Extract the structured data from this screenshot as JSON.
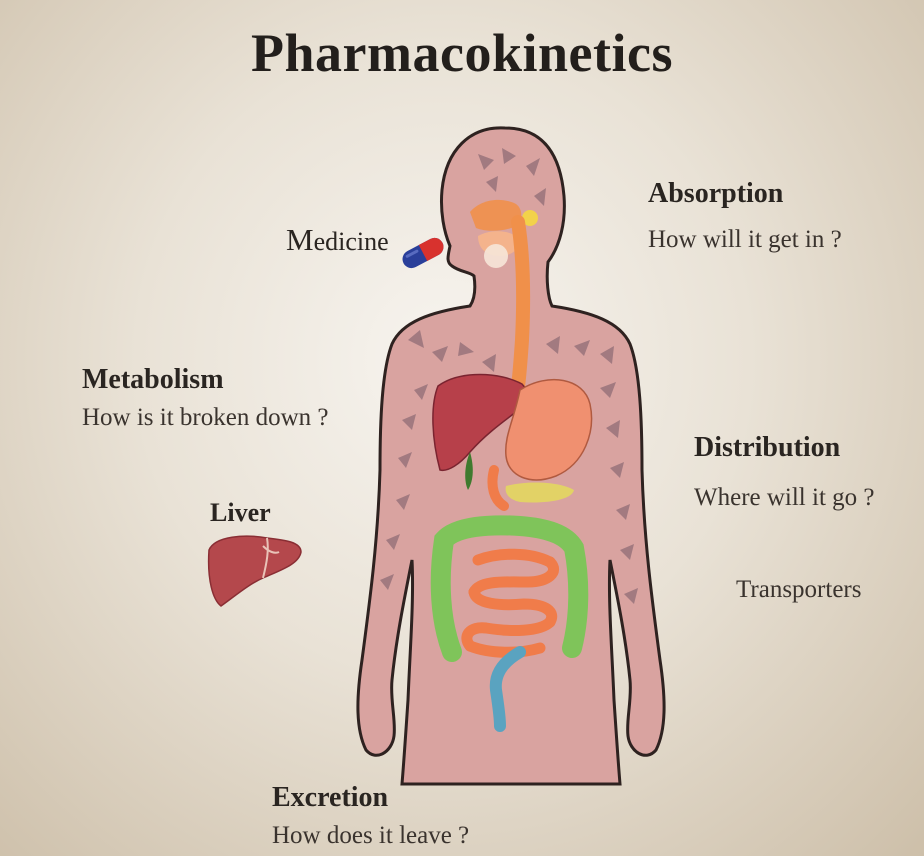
{
  "title": "Pharmacokinetics",
  "medicine": {
    "first_letter": "M",
    "rest": "edicine",
    "icon": "capsule-icon"
  },
  "absorption": {
    "heading": "Absorption",
    "question": "How will it get in ?"
  },
  "metabolism": {
    "heading": "Metabolism",
    "question": "How is it broken down ?"
  },
  "liver": {
    "label": "Liver",
    "icon": "liver-icon"
  },
  "distribution": {
    "heading": "Distribution",
    "question": "Where will it go ?",
    "transporters": "Transporters"
  },
  "excretion": {
    "heading": "Excretion",
    "question": "How does it leave ?"
  },
  "colors": {
    "skin": "#d9a3a0",
    "skin_outline": "#2e2220",
    "liver": "#b7404a",
    "stomach": "#f09070",
    "esophagus": "#f0904a",
    "small_intestine": "#f07c4a",
    "large_intestine": "#7fc45a",
    "arrow": "#a27a80",
    "capsule_blue": "#2a3f9a",
    "capsule_red": "#d8322e"
  }
}
